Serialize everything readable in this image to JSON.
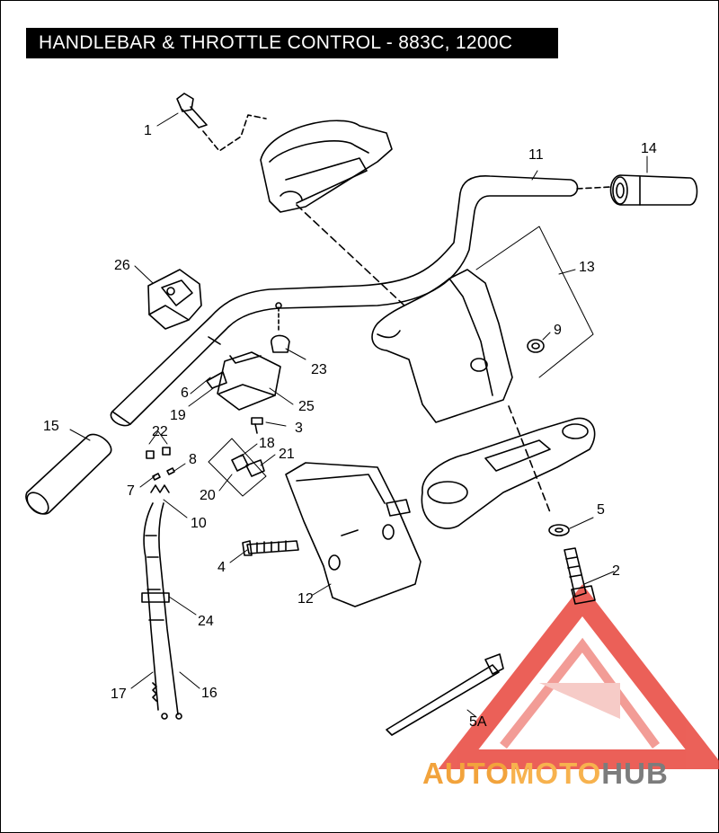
{
  "title": "HANDLEBAR & THROTTLE CONTROL - 883C, 1200C",
  "brand": {
    "part1": "AUTO",
    "part2": "MOTO",
    "part3": "HUB"
  },
  "colors": {
    "logo_red": "#e8453c",
    "logo_orange": "#f2a33c",
    "logo_gray": "#7c7c7c"
  },
  "labels": {
    "l1": "1",
    "l2": "2",
    "l3": "3",
    "l4": "4",
    "l5": "5",
    "l5a": "5A",
    "l6": "6",
    "l7": "7",
    "l8": "8",
    "l9": "9",
    "l10": "10",
    "l11": "11",
    "l12": "12",
    "l13": "13",
    "l14": "14",
    "l15": "15",
    "l16": "16",
    "l17": "17",
    "l18": "18",
    "l19": "19",
    "l20": "20",
    "l21": "21",
    "l22": "22",
    "l23": "23",
    "l24": "24",
    "l25": "25",
    "l26": "26"
  }
}
